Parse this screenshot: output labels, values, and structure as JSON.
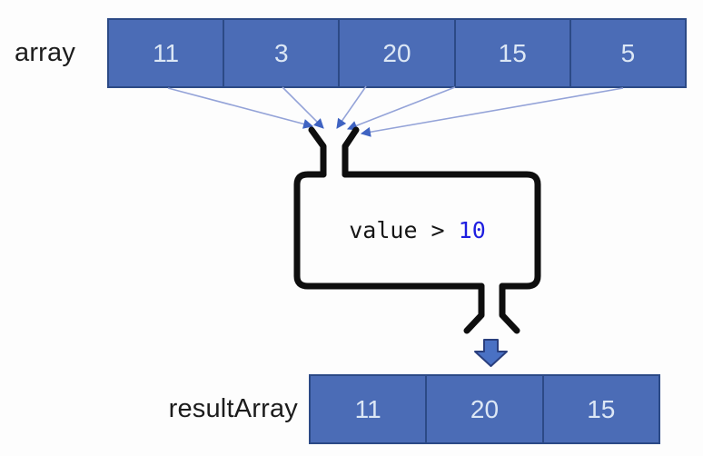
{
  "diagram": {
    "array_label": "array",
    "result_label": "resultArray",
    "array_values": [
      "11",
      "3",
      "20",
      "15",
      "5"
    ],
    "result_values": [
      "11",
      "20",
      "15"
    ],
    "filter": {
      "condition": "value > ",
      "threshold": "10"
    }
  },
  "colors": {
    "cell_fill": "#4b6cb6",
    "cell_border": "#2c4a86",
    "cell_text": "#dce7f5",
    "arrow_line": "#94a3d8",
    "arrow_head": "#3f63c2",
    "funnel_stroke": "#0e0e0e",
    "threshold_blue": "#1e1ee0",
    "block_arrow_fill": "#4a71c4",
    "block_arrow_border": "#2a3f7e",
    "label_text": "#1c1c1c",
    "bg": "#fdfdfd"
  }
}
